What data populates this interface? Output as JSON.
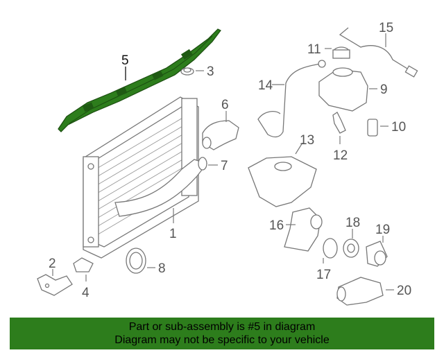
{
  "diagram": {
    "highlight_color": "#2d7d1c",
    "callouts": {
      "c1": "1",
      "c2": "2",
      "c3": "3",
      "c4": "4",
      "c5": "5",
      "c6": "6",
      "c7": "7",
      "c8": "8",
      "c9": "9",
      "c10": "10",
      "c11": "11",
      "c12": "12",
      "c13": "13",
      "c14": "14",
      "c15": "15",
      "c16": "16",
      "c17": "17",
      "c18": "18",
      "c19": "19",
      "c20": "20"
    }
  },
  "banner": {
    "line1": "Part or sub-assembly is #5 in diagram",
    "line2": "Diagram may not be specific to your vehicle",
    "background": "#2d7d1c"
  }
}
